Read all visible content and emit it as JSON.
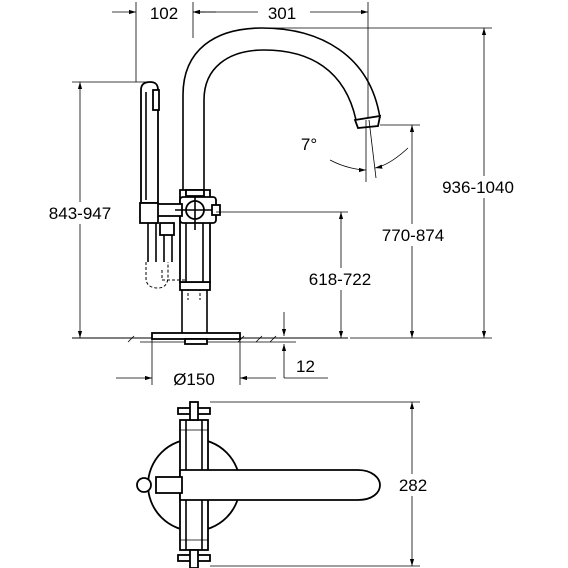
{
  "dimensions": {
    "handshower_offset": "102",
    "spout_reach": "301",
    "spout_angle": "7°",
    "total_height": "936-1040",
    "spout_outlet_height": "770-874",
    "handshower_height": "843-947",
    "handle_height": "618-722",
    "base_diameter": "Ø150",
    "floor_thickness": "12",
    "top_view_width": "282"
  },
  "colors": {
    "line": "#000000",
    "background": "#ffffff"
  }
}
